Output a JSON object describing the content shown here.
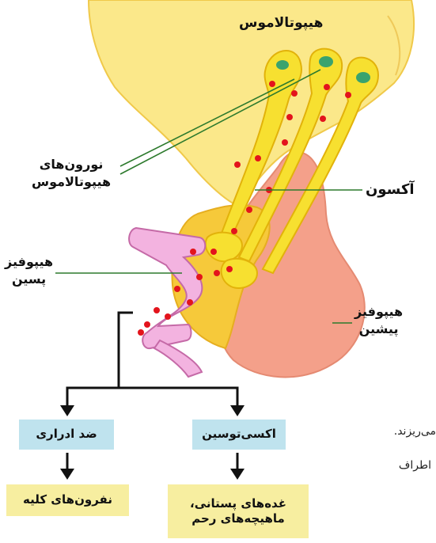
{
  "labels": {
    "hypothalamus": "هیپوتالاموس",
    "neurons": [
      "نورون‌های",
      "هیپوتالاموس"
    ],
    "axon": "آکسون",
    "posterior_pituitary": [
      "هیپوفیز",
      "پسین"
    ],
    "anterior_pituitary": [
      "هیپوفیز",
      "پیشین"
    ]
  },
  "boxes": {
    "antidiuretic": "ضد ادراری",
    "oxytocin": "اکسی‌توسین",
    "kidney_nephrons": "نفرون‌های کلیه",
    "targets": [
      "غده‌های پستانی،",
      "ماهیچه‌های رحم"
    ]
  },
  "side_text": {
    "line1": "می‌ریزند.",
    "line2": "اطراف"
  },
  "colors": {
    "hypothalamus": "#fbe88a",
    "neuron": "#f7e030",
    "anterior": "#f4a08a",
    "vessel": "#f3b3e0",
    "dot": "#e3141c",
    "box_blue": "#bfe3ee",
    "box_yellow": "#f7eea0"
  }
}
